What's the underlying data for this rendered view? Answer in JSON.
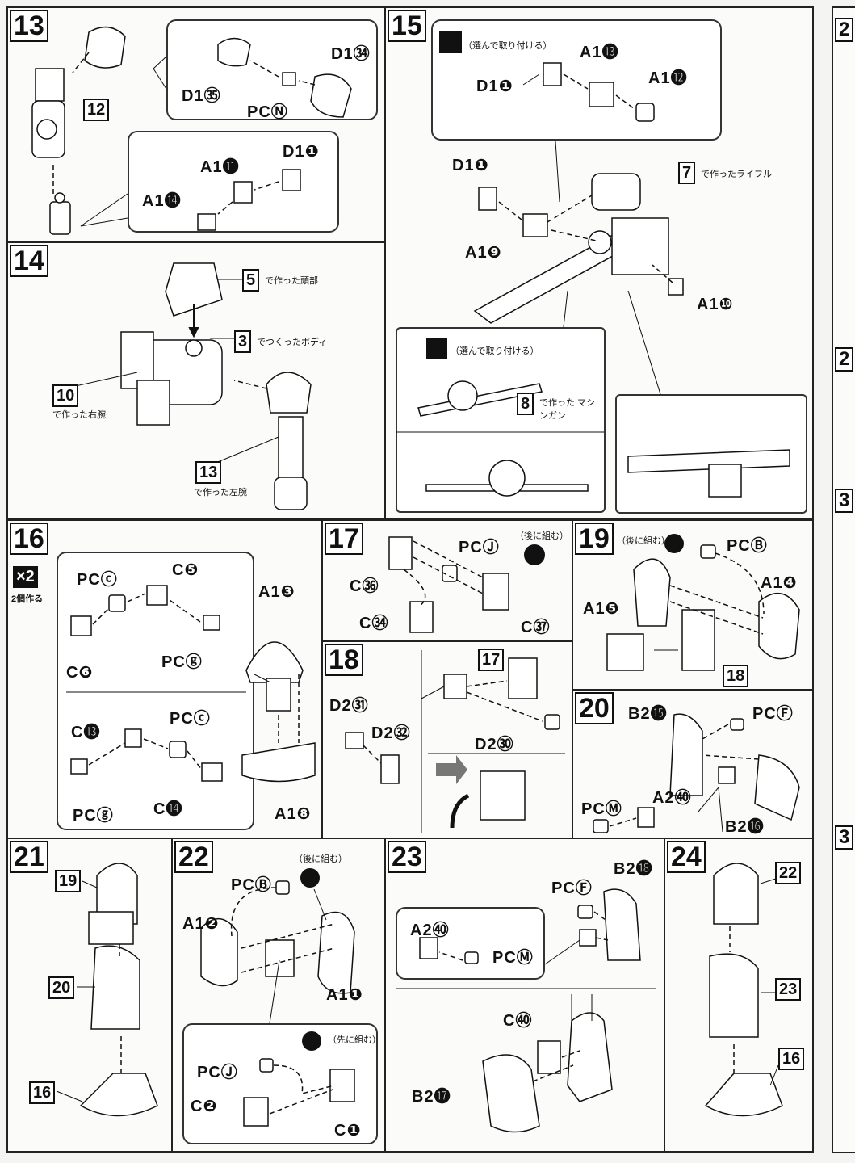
{
  "steps": {
    "s13": {
      "num": "13",
      "labels": {
        "d1_34": "D1㉞",
        "d1_35": "D1㉟",
        "pc_n": "PCⓃ",
        "d1_1": "D1❶",
        "a1_11": "A1⓫",
        "a1_14": "A1⓮"
      },
      "ref": "12"
    },
    "s14": {
      "num": "14",
      "ref5": "5",
      "ref5_text": "で作った頭部",
      "ref3": "3",
      "ref3_text": "でつくったボディ",
      "ref10": "10",
      "ref10_text": "で作った右腕",
      "ref13": "13",
      "ref13_text": "で作った左腕"
    },
    "s15": {
      "num": "15",
      "choose": "（選んで取り付ける）",
      "labels": {
        "a1_13": "A1⓭",
        "d1_1a": "D1❶",
        "a1_12": "A1⓬",
        "d1_1b": "D1❶",
        "a1_9": "A1❾",
        "a1_10": "A1❿"
      },
      "ref7": "7",
      "ref7_text": "で作ったライフル",
      "choose2": "（選んで取り付ける）",
      "ref8": "8",
      "ref8_text": "で作った マシンガン"
    },
    "s16": {
      "num": "16",
      "x2": "×2",
      "x2_text": "2個作る",
      "labels": {
        "pc_c_a": "PCⓒ",
        "c5": "C❺",
        "c6": "C❻",
        "pc_g_a": "PCⓖ",
        "a1_3": "A1❸",
        "pc_c_b": "PCⓒ",
        "c13": "C⓭",
        "c14": "C⓮",
        "pc_g_b": "PCⓖ",
        "a1_8": "A1❽"
      }
    },
    "s17": {
      "num": "17",
      "labels": {
        "pc_j": "PCⒿ",
        "c36": "C㊱",
        "c34": "C㉞",
        "c37": "C㊲"
      },
      "note": "（後に組む）"
    },
    "s18": {
      "num": "18",
      "labels": {
        "d2_31": "D2㉛",
        "d2_32": "D2㉜",
        "d2_30": "D2㉚"
      },
      "ref": "17"
    },
    "s19": {
      "num": "19",
      "labels": {
        "pc_b": "PCⒷ",
        "a1_5": "A1❺",
        "a1_4": "A1❹"
      },
      "note": "（後に組む）",
      "ref": "18"
    },
    "s20": {
      "num": "20",
      "labels": {
        "b2_15": "B2⓯",
        "pc_f": "PCⒻ",
        "pc_m": "PCⓂ",
        "a2_40": "A2㊵",
        "b2_16": "B2⓰"
      }
    },
    "s21": {
      "num": "21",
      "refs": [
        "19",
        "20",
        "16"
      ]
    },
    "s22": {
      "num": "22",
      "labels": {
        "pc_b": "PCⒷ",
        "a1_2": "A1❷",
        "a1_1": "A1❶",
        "pc_j": "PCⒿ",
        "c2": "C❷",
        "c1": "C❶"
      },
      "note": "（後に組む）",
      "note2": "（先に組む）"
    },
    "s23": {
      "num": "23",
      "labels": {
        "b2_18": "B2⓲",
        "pc_f": "PCⒻ",
        "a2_40": "A2㊵",
        "pc_m": "PCⓂ",
        "c40": "C㊵",
        "b2_17": "B2⓱"
      }
    },
    "s24": {
      "num": "24",
      "refs": [
        "22",
        "23",
        "16"
      ]
    }
  },
  "edge": {
    "top": "2",
    "mid1": "2",
    "mid2": "3",
    "bot": "3"
  },
  "colors": {
    "ink": "#111111",
    "paper": "#fbfbf9",
    "grey": "#c8c8c4"
  }
}
